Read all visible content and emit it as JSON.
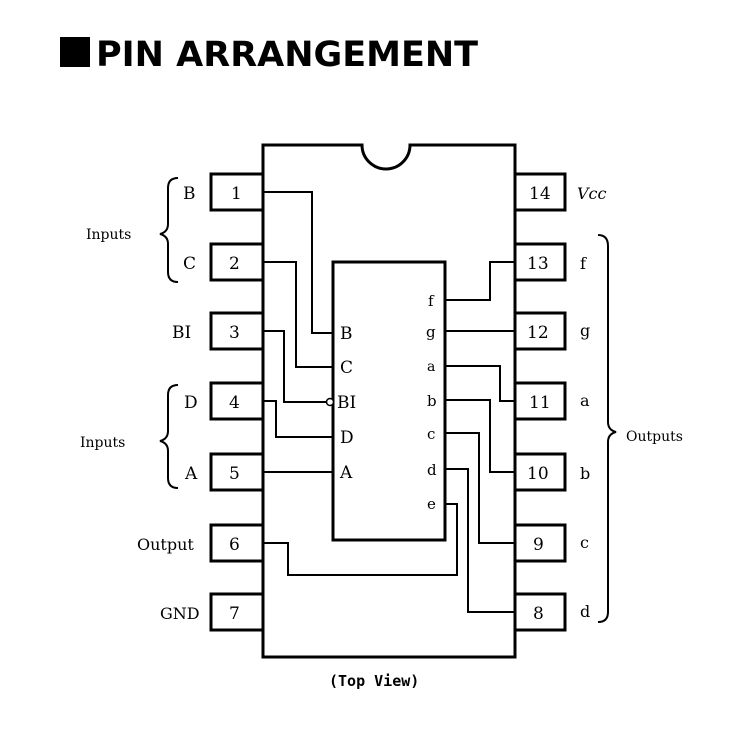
{
  "title": "PIN ARRANGEMENT",
  "caption": "(Top View)",
  "left_pins": [
    {
      "number": "1",
      "label": "B"
    },
    {
      "number": "2",
      "label": "C"
    },
    {
      "number": "3",
      "label": "BI"
    },
    {
      "number": "4",
      "label": "D"
    },
    {
      "number": "5",
      "label": "A"
    },
    {
      "number": "6",
      "label": "Output"
    },
    {
      "number": "7",
      "label": "GND"
    }
  ],
  "right_pins": [
    {
      "number": "14",
      "label": "Vcc"
    },
    {
      "number": "13",
      "label": "f"
    },
    {
      "number": "12",
      "label": "g"
    },
    {
      "number": "11",
      "label": "a"
    },
    {
      "number": "10",
      "label": "b"
    },
    {
      "number": "9",
      "label": "c"
    },
    {
      "number": "8",
      "label": "d"
    }
  ],
  "group_labels": {
    "inputs_top": "Inputs",
    "inputs_bottom": "Inputs",
    "outputs": "Outputs"
  },
  "decoder_inputs": [
    "B",
    "C",
    "BI",
    "D",
    "A"
  ],
  "decoder_outputs": [
    "f",
    "g",
    "a",
    "b",
    "c",
    "d",
    "e"
  ]
}
